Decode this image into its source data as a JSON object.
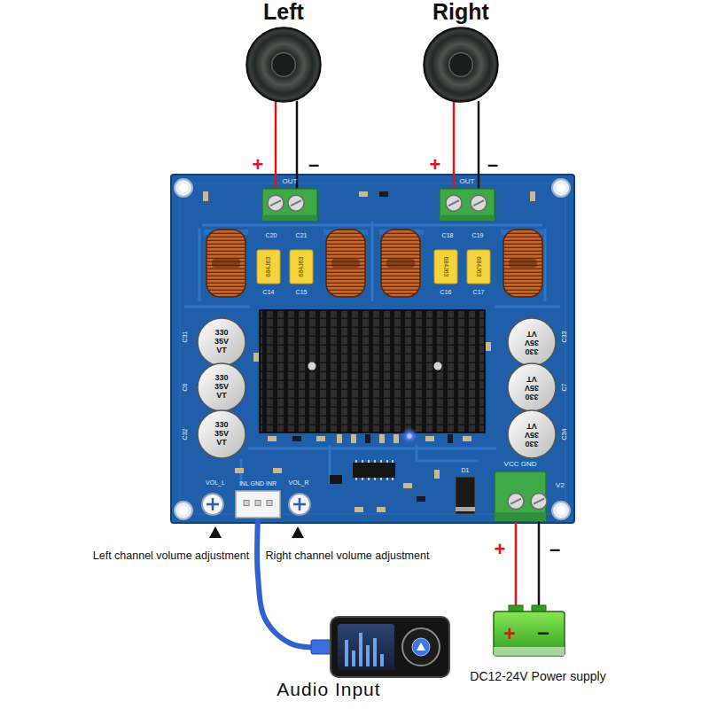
{
  "diagram": {
    "nodes": [
      {
        "text": [
          "Left"
        ]
      },
      {
        "text": [
          "Right"
        ]
      },
      {
        "text": [
          "OUT"
        ]
      },
      {
        "text": [
          "OUT"
        ]
      },
      {
        "text": [
          "INL GND INR"
        ]
      },
      {
        "text": [
          "VCC GND"
        ]
      },
      {
        "text": [
          "Audio Input"
        ]
      },
      {
        "text": [
          "+",
          "–",
          "DC12-24V Power supply"
        ]
      }
    ],
    "edges": [
      {
        "from": 0,
        "to": 2,
        "arrow": "none",
        "label": "+"
      },
      {
        "from": 0,
        "to": 2,
        "arrow": "none",
        "label": "–"
      },
      {
        "from": 1,
        "to": 3,
        "arrow": "none",
        "label": "+"
      },
      {
        "from": 1,
        "to": 3,
        "arrow": "none",
        "label": "–"
      },
      {
        "from": 4,
        "to": 6,
        "arrow": "none"
      },
      {
        "from": 5,
        "to": 7,
        "arrow": "none",
        "label": "+"
      },
      {
        "from": 5,
        "to": 7,
        "arrow": "none",
        "label": "–"
      }
    ],
    "labels": [
      "C20",
      "C21",
      "C18",
      "C19",
      "684J63",
      "684J63",
      "684J63",
      "684J63",
      "C14",
      "C15",
      "C16",
      "C17",
      "330 35V VT",
      "330 35V VT",
      "330 35V VT",
      "330 35V VT",
      "330 35V VT",
      "330 35V VT",
      "C31",
      "C6",
      "C32",
      "C33",
      "C7",
      "C34",
      "VOL_L",
      "VOL_R",
      "D1",
      "V2",
      "Left channel volume adjustment",
      "Right channel volume adjustment"
    ]
  }
}
